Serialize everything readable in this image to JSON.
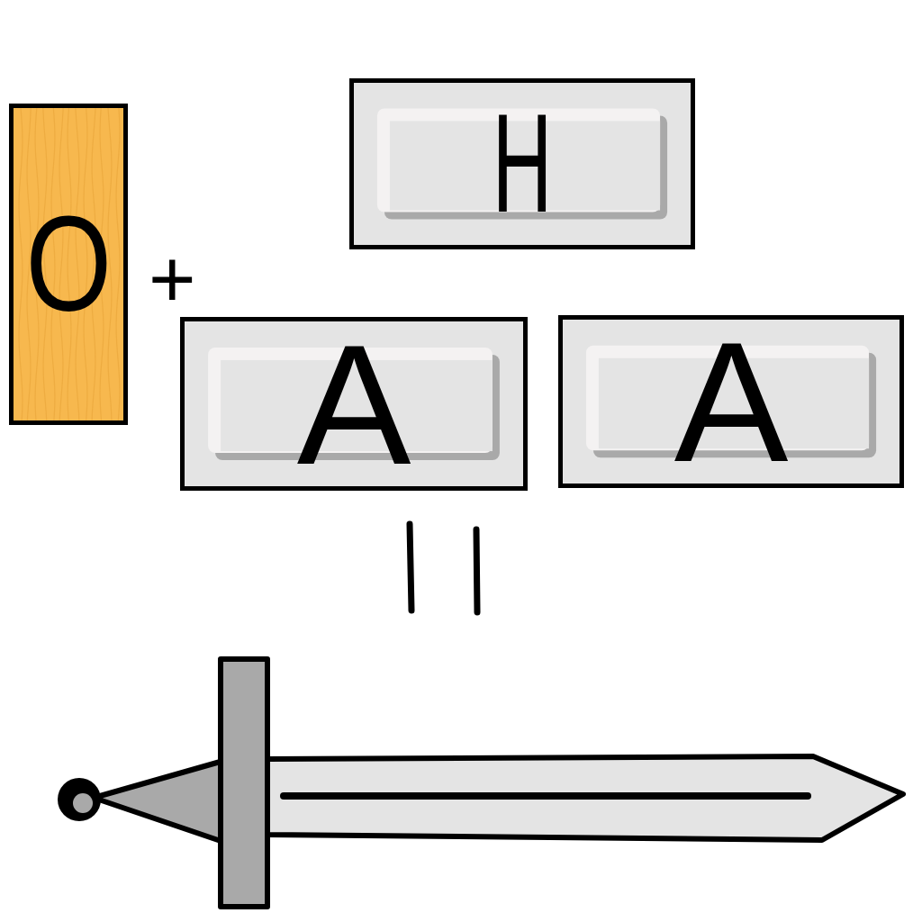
{
  "diagram": {
    "nodes": [
      {
        "text": [
          "O"
        ]
      },
      {
        "text": [
          "H"
        ]
      },
      {
        "text": [
          "A"
        ]
      },
      {
        "text": [
          "A"
        ]
      }
    ],
    "labels": [
      "+"
    ]
  }
}
